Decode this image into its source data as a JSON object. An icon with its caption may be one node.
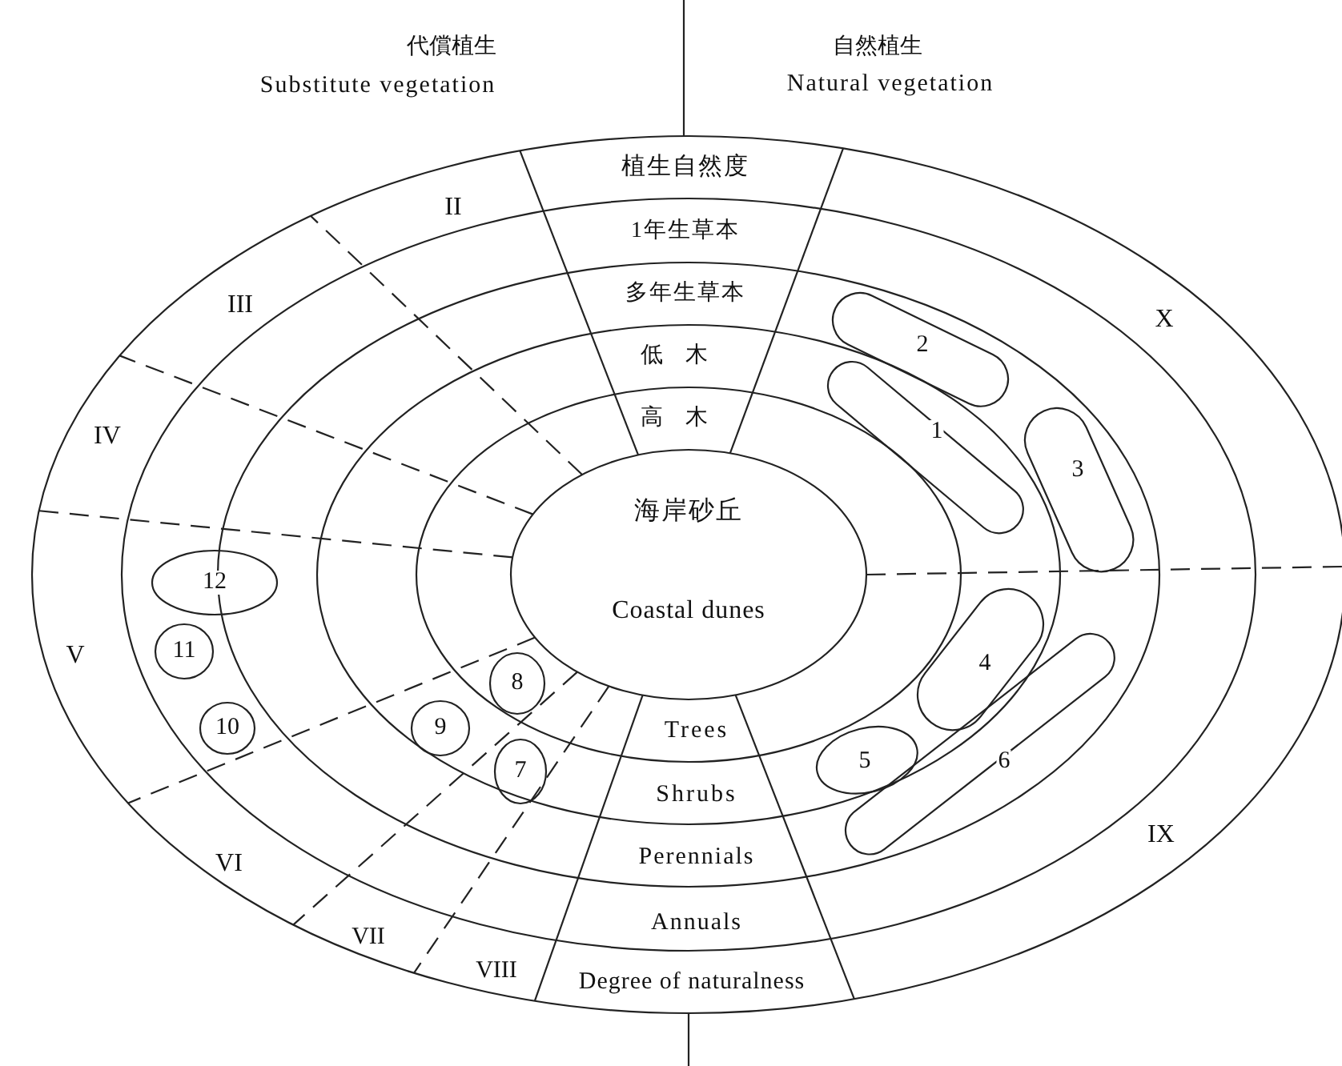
{
  "diagram": {
    "nodes": [
      {
        "text": [
          "海岸砂丘",
          "Coastal dunes"
        ]
      },
      {
        "text": [
          "1"
        ]
      },
      {
        "text": [
          "2"
        ]
      },
      {
        "text": [
          "3"
        ]
      },
      {
        "text": [
          "4"
        ]
      },
      {
        "text": [
          "5"
        ]
      },
      {
        "text": [
          "6"
        ]
      },
      {
        "text": [
          "7"
        ]
      },
      {
        "text": [
          "8"
        ]
      },
      {
        "text": [
          "9"
        ]
      },
      {
        "text": [
          "10"
        ]
      },
      {
        "text": [
          "11"
        ]
      },
      {
        "text": [
          "12"
        ]
      }
    ],
    "labels": [
      "代償植生",
      "Substitute vegetation",
      "自然植生",
      "Natural vegetation",
      "植生自然度",
      "II",
      "1年生草本",
      "多年生草本",
      "III",
      "X",
      "低木",
      "IV",
      "高木",
      "V",
      "Trees",
      "Shrubs",
      "IX",
      "VI",
      "Perennials",
      "Annuals",
      "VII",
      "VIII",
      "Degree of naturalness"
    ]
  }
}
